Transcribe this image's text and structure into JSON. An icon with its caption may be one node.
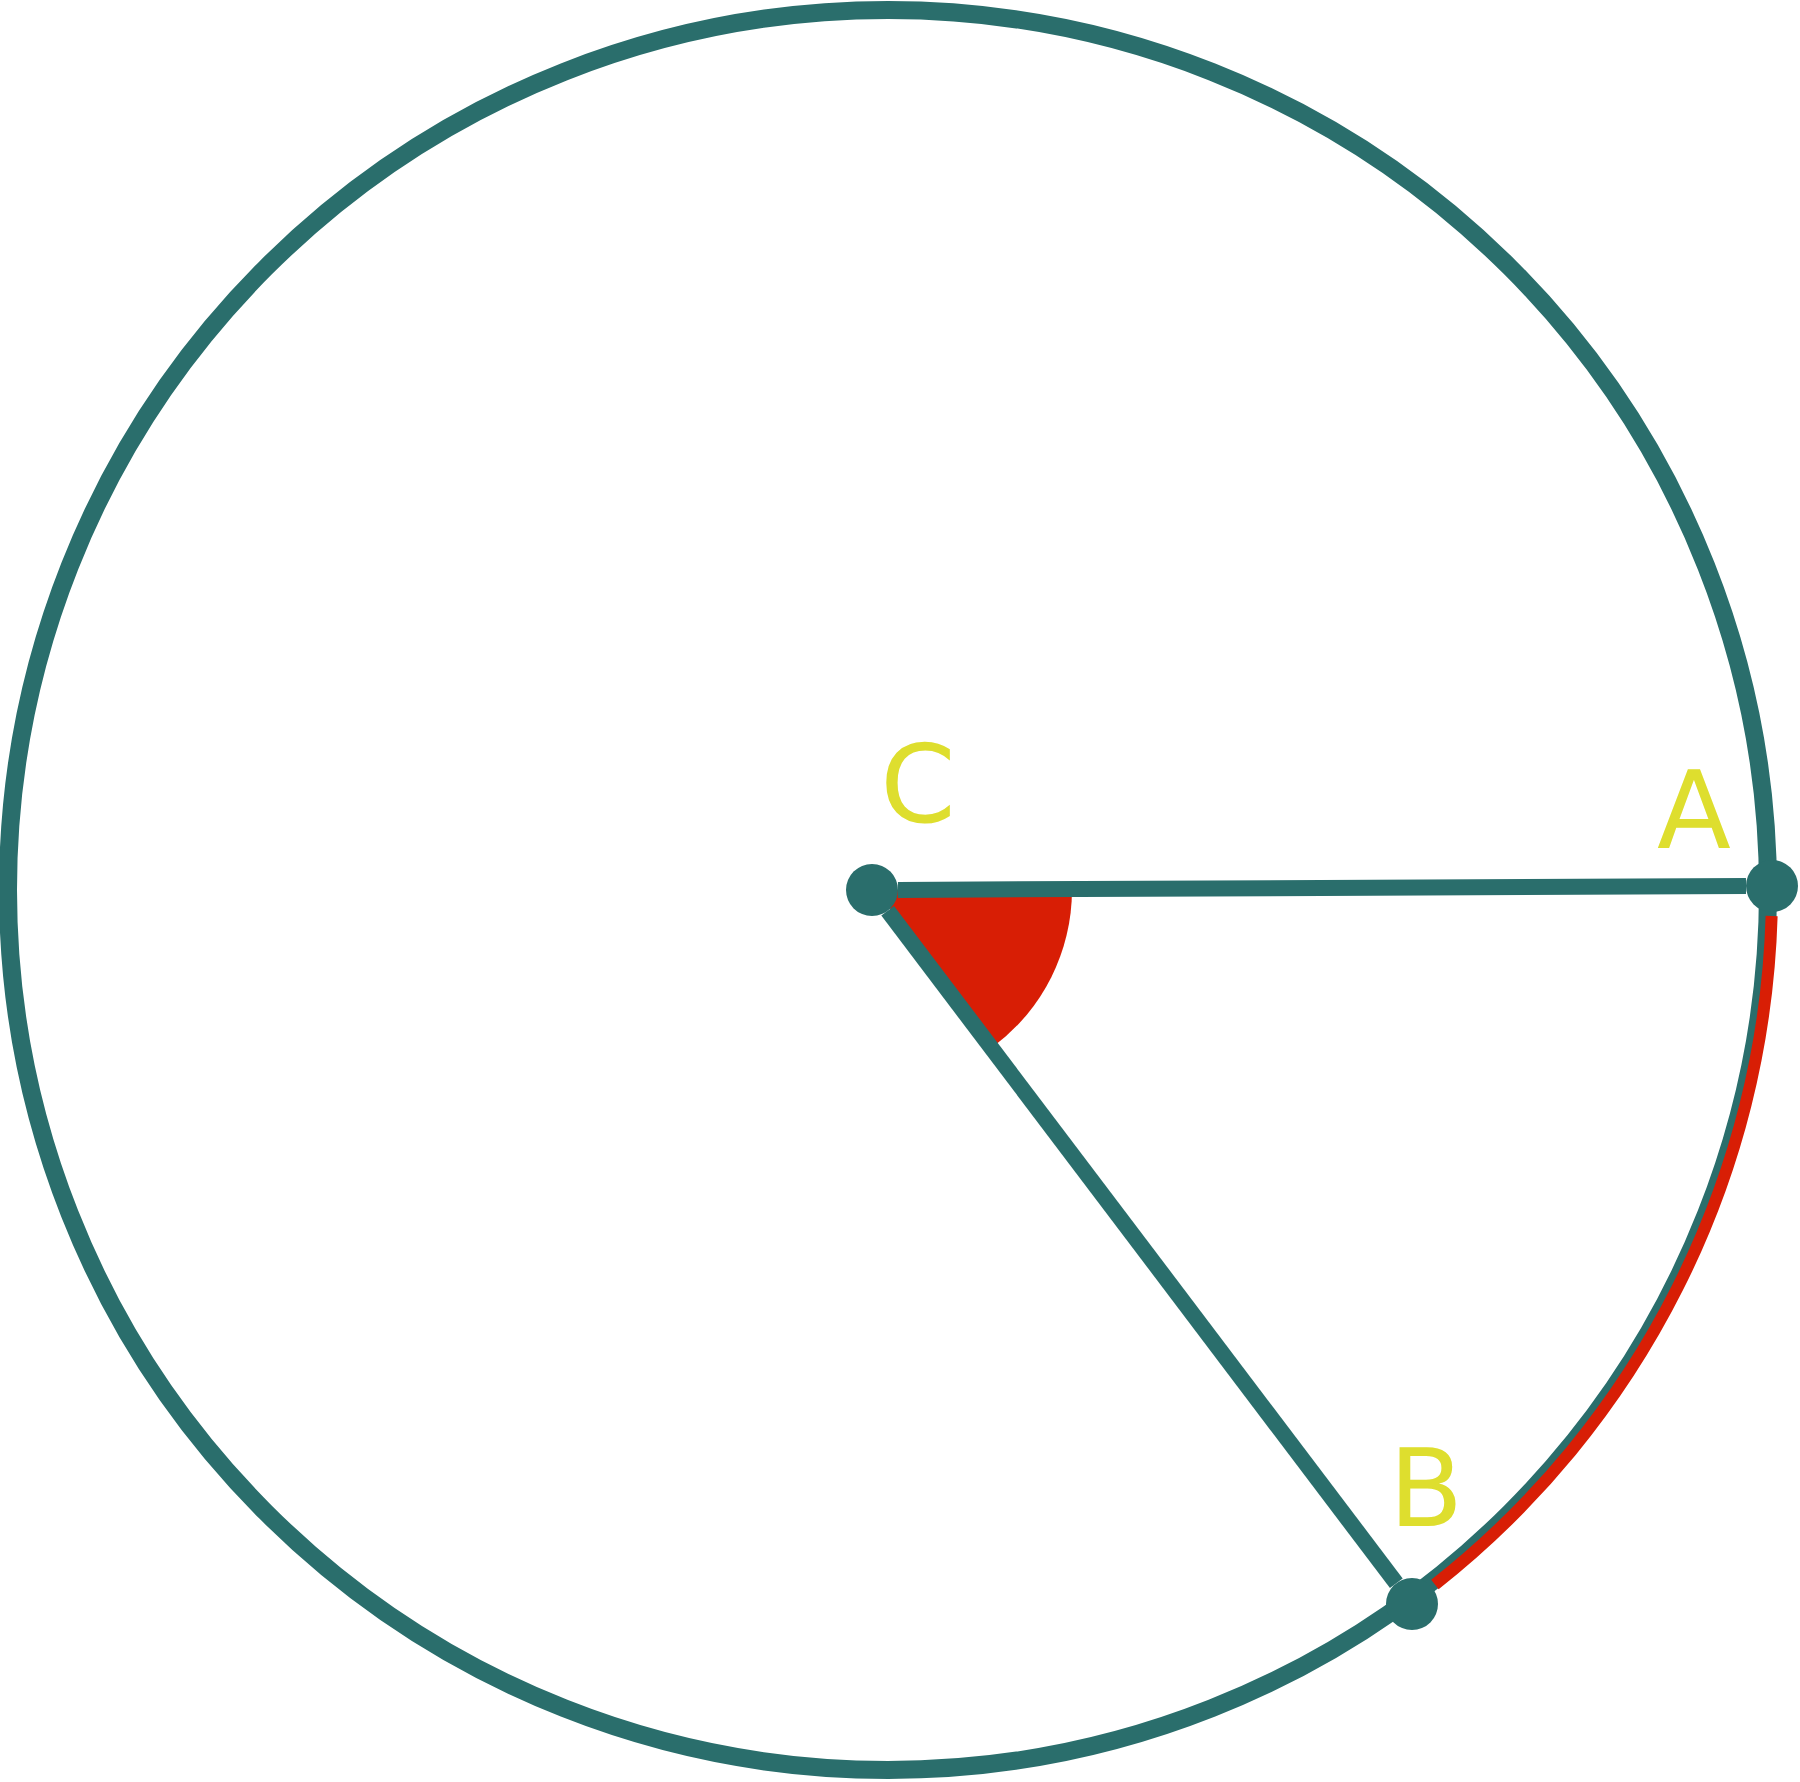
{
  "diagram": {
    "nodes": [
      {
        "text": [
          "C"
        ]
      },
      {
        "text": [
          "A"
        ]
      },
      {
        "text": [
          "B"
        ]
      }
    ],
    "edges": [
      {
        "from": 0,
        "to": 1,
        "arrow": "none"
      },
      {
        "from": 0,
        "to": 2,
        "arrow": "none"
      },
      {
        "from": 1,
        "to": 2,
        "arrow": "none",
        "color": "#d81e05"
      }
    ]
  }
}
